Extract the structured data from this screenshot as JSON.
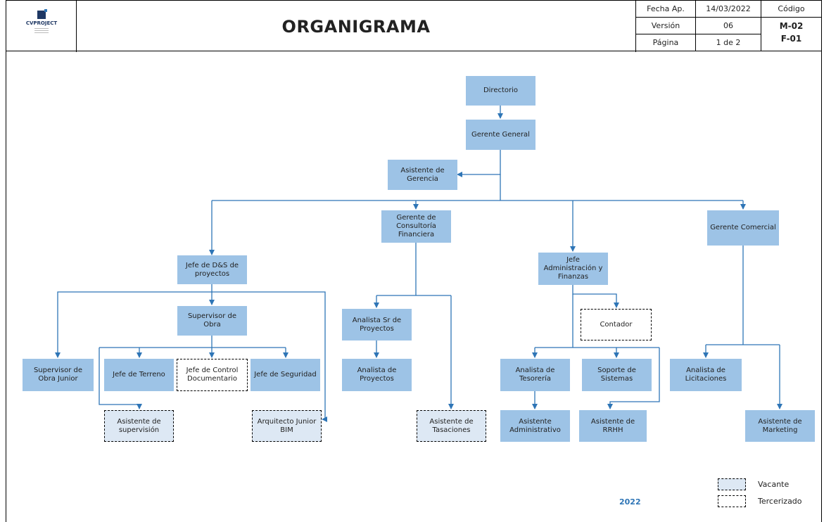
{
  "header": {
    "logo_text": "CVPROJECT",
    "title": "ORGANIGRAMA",
    "fecha_label": "Fecha Ap.",
    "fecha_value": "14/03/2022",
    "version_label": "Versión",
    "version_value": "06",
    "pagina_label": "Página",
    "pagina_value": "1 de 2",
    "codigo_label": "Código",
    "codigo_1": "M-02",
    "codigo_2": "F-01"
  },
  "nodes": {
    "directorio": "Directorio",
    "gerente_general": "Gerente General",
    "asistente_gerencia": "Asistente de Gerencia",
    "gerente_consultoria": "Gerente de Consultoría Financiera",
    "gerente_comercial": "Gerente Comercial",
    "jefe_ds": "Jefe de D&S de proyectos",
    "jefe_admin": "Jefe Administración y Finanzas",
    "supervisor_obra": "Supervisor de Obra",
    "analista_sr": "Analista Sr de Proyectos",
    "contador": "Contador",
    "supervisor_junior": "Supervisor de Obra Junior",
    "jefe_terreno": "Jefe de Terreno",
    "jefe_control": "Jefe de Control Documentario",
    "jefe_seguridad": "Jefe de Seguridad",
    "analista_proyectos": "Analista de Proyectos",
    "analista_tesoreria": "Analista de Tesorería",
    "soporte_sistemas": "Soporte de Sistemas",
    "analista_licitaciones": "Analista de Licitaciones",
    "asistente_supervision": "Asistente de supervisión",
    "arquitecto_bim": "Arquitecto Junior BIM",
    "asistente_tasaciones": "Asistente de Tasaciones",
    "asistente_admin": "Asistente Administrativo",
    "asistente_rrhh": "Asistente de RRHH",
    "asistente_marketing": "Asistente de Marketing"
  },
  "legend": {
    "vacante": "Vacante",
    "tercerizado": "Tercerizado"
  },
  "year": "2022",
  "colors": {
    "box_fill": "#9dc3e6",
    "vacante_fill": "#dde8f4",
    "line": "#2e75b6"
  }
}
